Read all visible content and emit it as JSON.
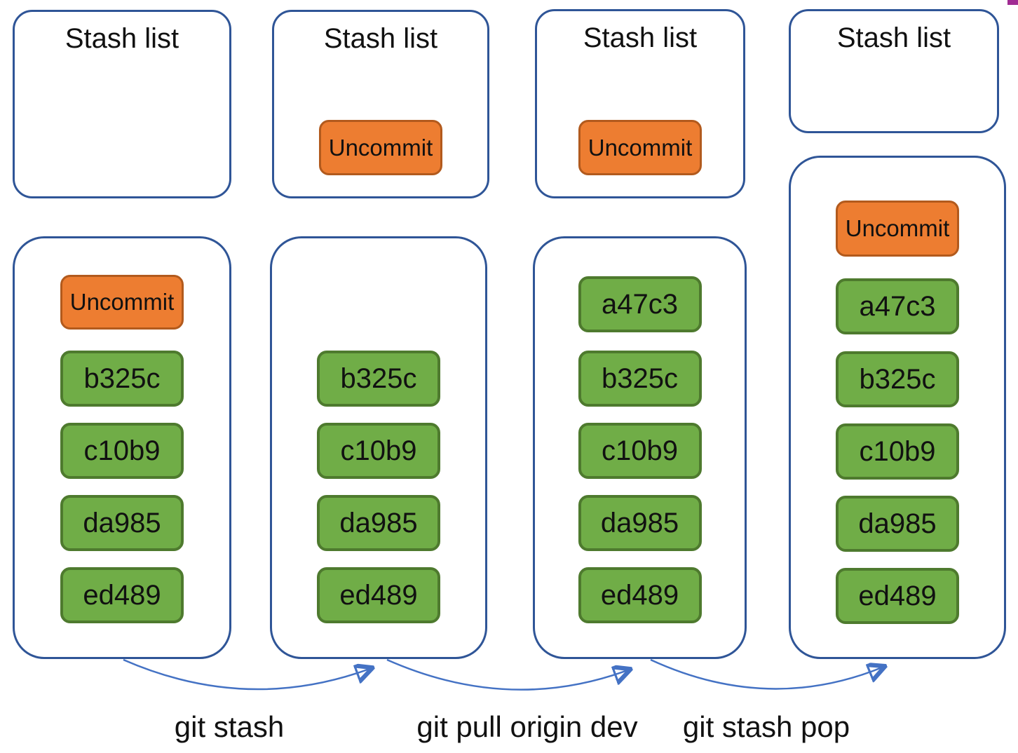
{
  "diagram": {
    "columns": [
      {
        "stash_title": "Stash list",
        "stash_items": [],
        "history_items": [
          {
            "label": "Uncommit",
            "type": "uncommit"
          },
          {
            "label": "b325c",
            "type": "commit"
          },
          {
            "label": "c10b9",
            "type": "commit"
          },
          {
            "label": "da985",
            "type": "commit"
          },
          {
            "label": "ed489",
            "type": "commit"
          }
        ]
      },
      {
        "stash_title": "Stash list",
        "stash_items": [
          {
            "label": "Uncommit",
            "type": "uncommit"
          }
        ],
        "history_items": [
          {
            "label": "b325c",
            "type": "commit"
          },
          {
            "label": "c10b9",
            "type": "commit"
          },
          {
            "label": "da985",
            "type": "commit"
          },
          {
            "label": "ed489",
            "type": "commit"
          }
        ]
      },
      {
        "stash_title": "Stash list",
        "stash_items": [
          {
            "label": "Uncommit",
            "type": "uncommit"
          }
        ],
        "history_items": [
          {
            "label": "a47c3",
            "type": "commit"
          },
          {
            "label": "b325c",
            "type": "commit"
          },
          {
            "label": "c10b9",
            "type": "commit"
          },
          {
            "label": "da985",
            "type": "commit"
          },
          {
            "label": "ed489",
            "type": "commit"
          }
        ]
      },
      {
        "stash_title": "Stash list",
        "stash_items": [],
        "history_items": [
          {
            "label": "Uncommit",
            "type": "uncommit"
          },
          {
            "label": "a47c3",
            "type": "commit"
          },
          {
            "label": "b325c",
            "type": "commit"
          },
          {
            "label": "c10b9",
            "type": "commit"
          },
          {
            "label": "da985",
            "type": "commit"
          },
          {
            "label": "ed489",
            "type": "commit"
          }
        ]
      }
    ],
    "arrows": [
      {
        "label": "git stash"
      },
      {
        "label": "git pull origin dev"
      },
      {
        "label": "git stash pop"
      }
    ],
    "colors": {
      "box_border_blue": "#2f5597",
      "arrow_blue": "#4472c4",
      "commit_green_fill": "#70ad47",
      "commit_green_border": "#4e7a2e",
      "uncommit_orange_fill": "#ed7d31",
      "uncommit_orange_border": "#b25a1d",
      "corner_mark_purple": "#a02b93",
      "text": "#111111",
      "background": "#ffffff"
    }
  }
}
